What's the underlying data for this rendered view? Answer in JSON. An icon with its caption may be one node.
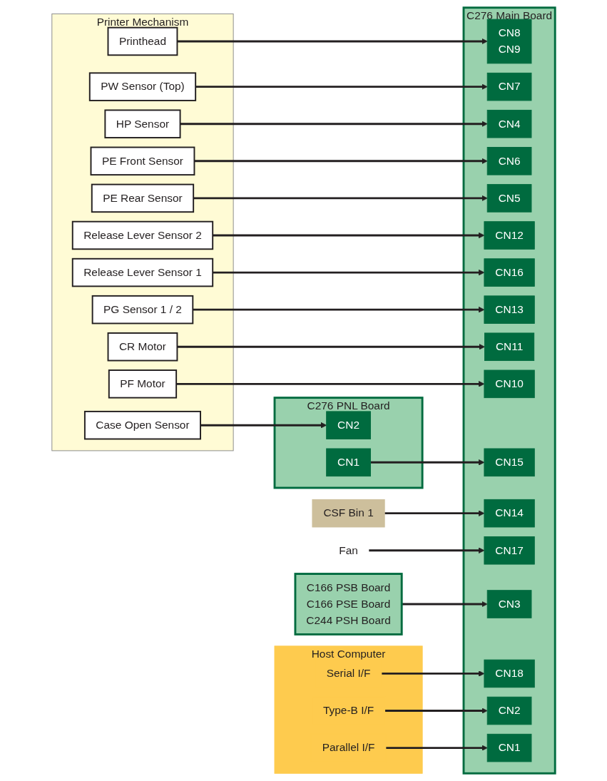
{
  "diagram": {
    "nodes": [
      {
        "text": [
          "Printer Mechanism"
        ]
      },
      {
        "text": [
          "PF Motor"
        ],
        "in": 0
      },
      {
        "text": [
          "CR Motor"
        ],
        "in": 0
      },
      {
        "text": [
          "PG Sensor 1 / 2"
        ],
        "in": 0
      },
      {
        "text": [
          "Release Lever Sensor 1"
        ],
        "in": 0
      },
      {
        "text": [
          "Release Lever Sensor 2"
        ],
        "in": 0
      },
      {
        "text": [
          "PE Rear Sensor"
        ],
        "in": 0
      },
      {
        "text": [
          "PE Front Sensor"
        ],
        "in": 0
      },
      {
        "text": [
          "HP Sensor"
        ],
        "in": 0
      },
      {
        "text": [
          "PW Sensor (Top)"
        ],
        "in": 0
      },
      {
        "text": [
          "Printhead"
        ],
        "in": 0
      },
      {
        "text": [
          "Case Open Sensor"
        ],
        "in": 0
      },
      {
        "text": [
          "C276 PNL Board"
        ]
      },
      {
        "text": [
          "CN2"
        ],
        "in": 12
      },
      {
        "text": [
          "CN1"
        ],
        "in": 12
      },
      {
        "text": [
          "CSF Bin 1"
        ]
      },
      {
        "text": [
          "C276 Main Board"
        ]
      },
      {
        "text": [
          "CN8",
          "CN9"
        ],
        "in": 16
      },
      {
        "text": [
          "CN7"
        ],
        "in": 16
      },
      {
        "text": [
          "CN4"
        ],
        "in": 16
      },
      {
        "text": [
          "CN6"
        ],
        "in": 16
      },
      {
        "text": [
          "CN5"
        ],
        "in": 16
      },
      {
        "text": [
          "CN12"
        ],
        "in": 16
      },
      {
        "text": [
          "CN16"
        ],
        "in": 16
      },
      {
        "text": [
          "CN13"
        ],
        "in": 16
      },
      {
        "text": [
          "CN11"
        ],
        "in": 16
      },
      {
        "text": [
          "CN10"
        ],
        "in": 16
      },
      {
        "text": [
          "CN15"
        ],
        "in": 16
      },
      {
        "text": [
          "CN14"
        ],
        "in": 16
      },
      {
        "text": [
          "CN17"
        ],
        "in": 16
      },
      {
        "text": [
          "CN3"
        ],
        "in": 16
      },
      {
        "text": [
          "CN18"
        ],
        "in": 16
      },
      {
        "text": [
          "CN2"
        ],
        "in": 16
      },
      {
        "text": [
          "CN1"
        ],
        "in": 16
      },
      {
        "text": [
          "Fan"
        ]
      },
      {
        "text": [
          "C166 PSB Board",
          "C166 PSE Board",
          "C244 PSH Board"
        ]
      },
      {
        "text": [
          "Host Computer"
        ]
      },
      {
        "text": [
          "Serial I/F"
        ],
        "in": 36
      },
      {
        "text": [
          "Type-B I/F"
        ],
        "in": 36
      },
      {
        "text": [
          "Parallel I/F"
        ],
        "in": 36
      }
    ],
    "edges": [
      {
        "from": 1,
        "to": 26,
        "arrow": "to"
      },
      {
        "from": 2,
        "to": 25,
        "arrow": "to"
      },
      {
        "from": 3,
        "to": 24,
        "arrow": "to"
      },
      {
        "from": 4,
        "to": 23,
        "arrow": "to"
      },
      {
        "from": 5,
        "to": 22,
        "arrow": "to"
      },
      {
        "from": 6,
        "to": 21,
        "arrow": "to"
      },
      {
        "from": 7,
        "to": 20,
        "arrow": "to"
      },
      {
        "from": 8,
        "to": 19,
        "arrow": "to"
      },
      {
        "from": 9,
        "to": 18,
        "arrow": "to"
      },
      {
        "from": 10,
        "to": 17,
        "arrow": "to"
      },
      {
        "from": 11,
        "to": 13,
        "arrow": "to"
      },
      {
        "from": 14,
        "to": 27,
        "arrow": "to"
      },
      {
        "from": 15,
        "to": 28,
        "arrow": "to"
      },
      {
        "from": 34,
        "to": 29,
        "arrow": "to"
      },
      {
        "from": 35,
        "to": 30,
        "arrow": "to"
      },
      {
        "from": 37,
        "to": 31,
        "arrow": "to"
      },
      {
        "from": 38,
        "to": 32,
        "arrow": "to"
      },
      {
        "from": 39,
        "to": 33,
        "arrow": "to"
      }
    ]
  }
}
